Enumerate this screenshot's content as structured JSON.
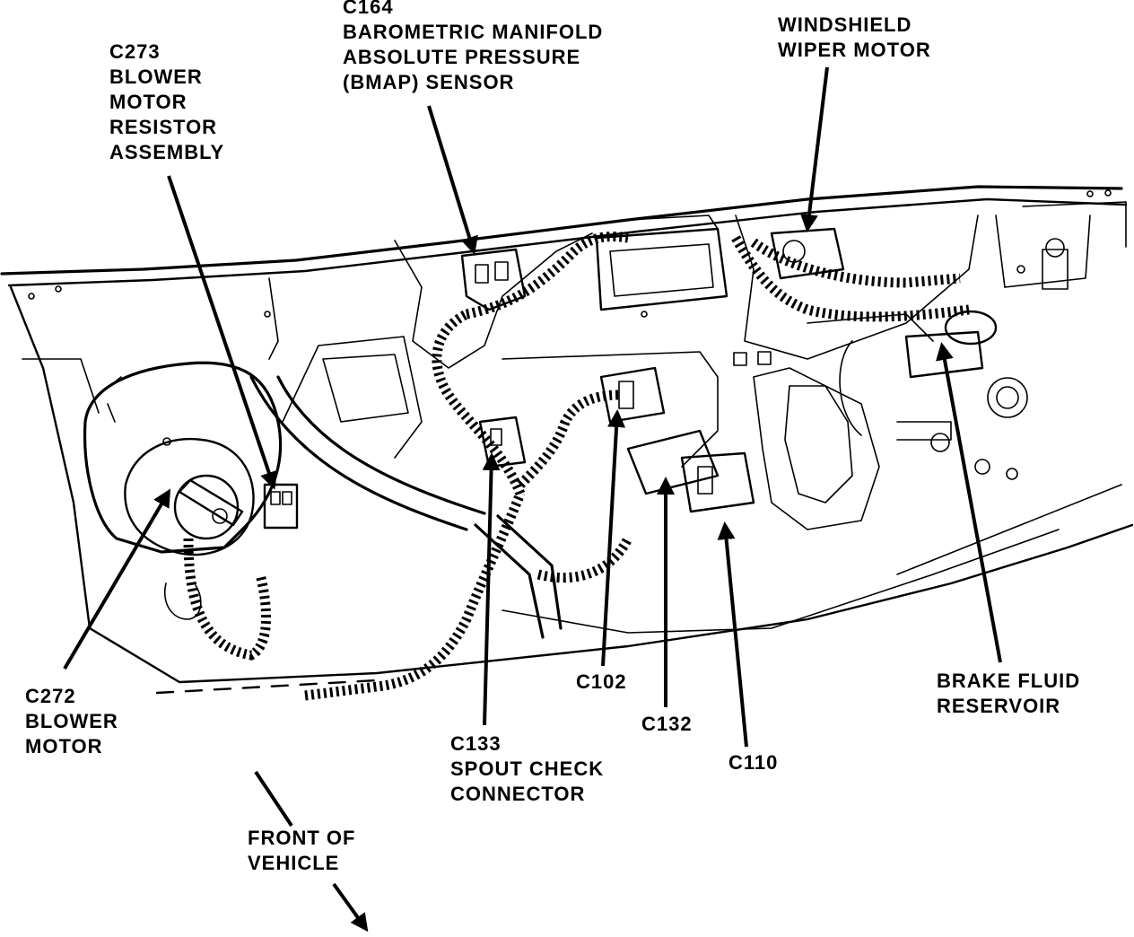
{
  "labels": {
    "c164": [
      "C164",
      "BAROMETRIC MANIFOLD",
      "ABSOLUTE PRESSURE",
      "(BMAP) SENSOR"
    ],
    "c273": [
      "C273",
      "BLOWER",
      "MOTOR",
      "RESISTOR",
      "ASSEMBLY"
    ],
    "wiper": [
      "WINDSHIELD",
      "WIPER MOTOR"
    ],
    "c272": [
      "C272",
      "BLOWER",
      "MOTOR"
    ],
    "c133": [
      "C133",
      "SPOUT CHECK",
      "CONNECTOR"
    ],
    "c102": [
      "C102"
    ],
    "c132": [
      "C132"
    ],
    "c110": [
      "C110"
    ],
    "brake": [
      "BRAKE FLUID",
      "RESERVOIR"
    ],
    "front": [
      "FRONT OF",
      "VEHICLE"
    ]
  },
  "colors": {
    "ink": "#000000",
    "paper": "#ffffff"
  }
}
